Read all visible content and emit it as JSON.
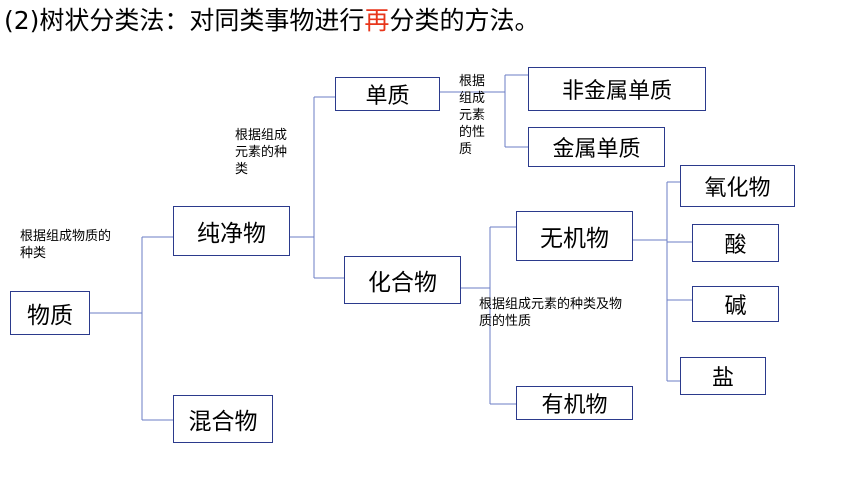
{
  "title": {
    "prefix": "(2)树状分类法：对同类事物进行",
    "highlight": "再",
    "suffix": "分类的方法。",
    "highlight_color": "#e8361b"
  },
  "nodes": {
    "substance": "物质",
    "pure": "纯净物",
    "mixture": "混合物",
    "element": "单质",
    "compound": "化合物",
    "nonmetal": "非金属单质",
    "metal": "金属单质",
    "inorganic": "无机物",
    "organic": "有机物",
    "oxide": "氧化物",
    "acid": "酸",
    "base": "碱",
    "salt": "盐"
  },
  "criteria": {
    "by_composition": "根据组成物质的\n种类",
    "by_element_kind": "根据组成\n元素的种\n类",
    "by_element_property": "根据\n组成\n元素\n的性\n质",
    "by_kind_and_property": "根据组成元素的种类及物\n质的性质"
  },
  "colors": {
    "box_border": "#2b3a8c",
    "connector": "#6b7ec4"
  }
}
